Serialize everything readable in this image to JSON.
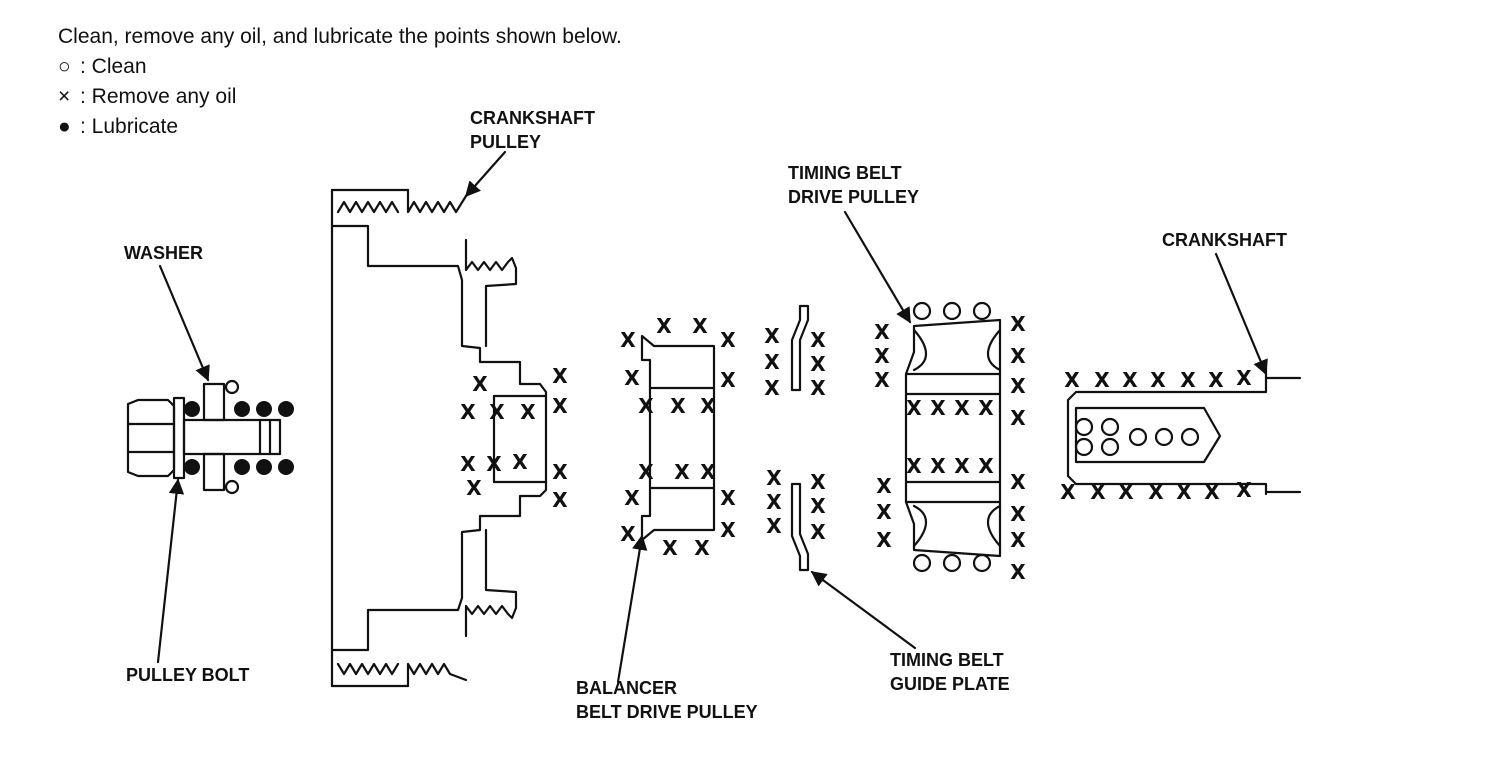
{
  "intro": "Clean, remove any oil, and lubricate the points shown below.",
  "legend": [
    {
      "symbol": "○",
      "label": ": Clean"
    },
    {
      "symbol": "×",
      "label": ": Remove any oil"
    },
    {
      "symbol": "●",
      "label": ": Lubricate"
    }
  ],
  "labels": {
    "crankshaft_pulley": [
      "CRANKSHAFT",
      "PULLEY"
    ],
    "washer": "WASHER",
    "pulley_bolt": "PULLEY BOLT",
    "balancer_pulley": [
      "BALANCER",
      "BELT DRIVE PULLEY"
    ],
    "timing_drive_pulley": [
      "TIMING BELT",
      "DRIVE PULLEY"
    ],
    "guide_plate": [
      "TIMING BELT",
      "GUIDE PLATE"
    ],
    "crankshaft": "CRANKSHAFT"
  },
  "symbols": {
    "x": "X"
  }
}
